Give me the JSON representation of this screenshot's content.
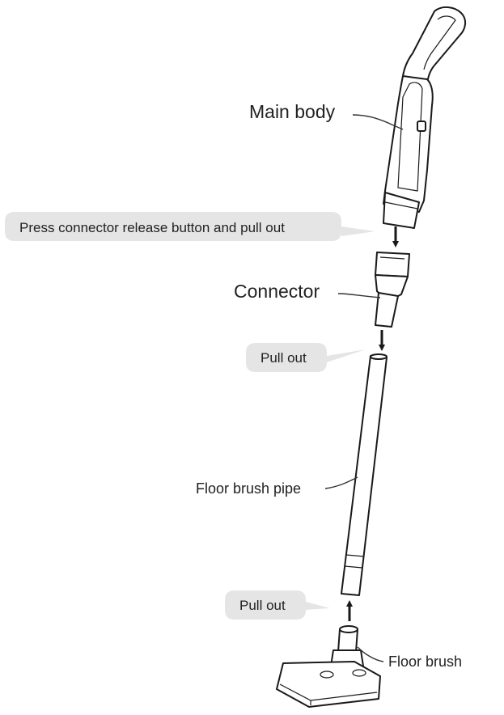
{
  "labels": {
    "main_body": "Main body",
    "connector": "Connector",
    "floor_brush_pipe": "Floor brush pipe",
    "floor_brush": "Floor brush"
  },
  "callouts": {
    "press_release": "Press connector release button and pull out",
    "pull_out_top": "Pull out",
    "pull_out_bottom": "Pull out"
  },
  "colors": {
    "callout_background": "#e5e5e5",
    "line_art": "#1a1a1a"
  }
}
